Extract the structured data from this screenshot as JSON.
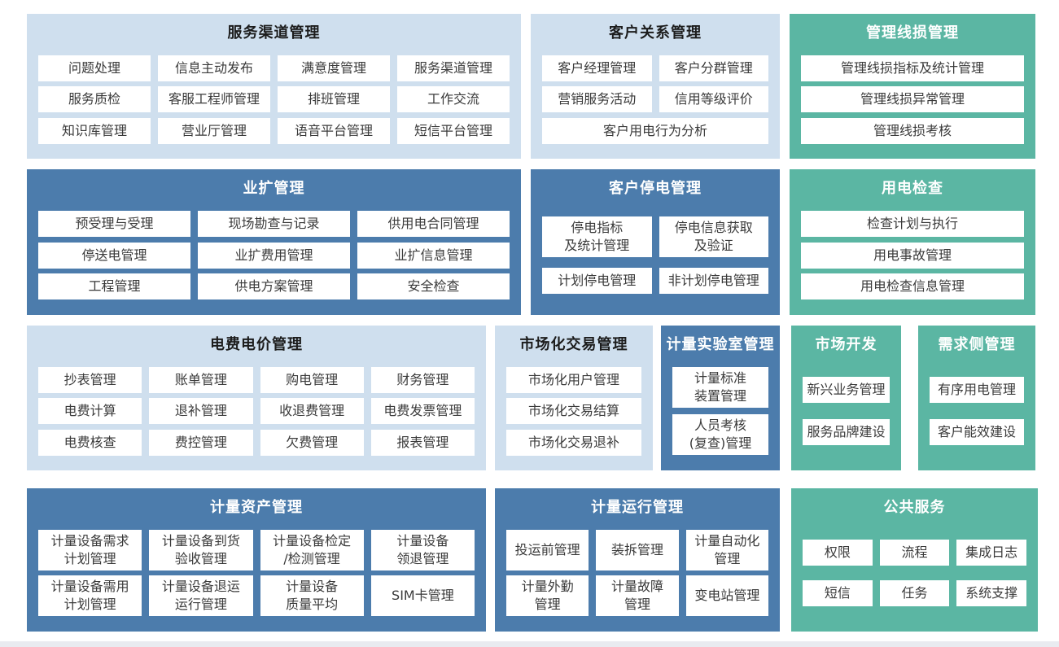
{
  "colors": {
    "panel_light_blue": "#cfdfee",
    "panel_dark_blue": "#4c7cac",
    "panel_teal": "#5bb6a3",
    "item_bg": "#ffffff",
    "item_text": "#3a3a3a",
    "title_on_light": "#1c1c1c",
    "title_on_color": "#ffffff",
    "page_bg": "#ffffff",
    "bottom_edge": "#e9ebf0"
  },
  "panels": [
    {
      "theme": "light",
      "title": "服务渠道管理",
      "rows": [
        [
          "问题处理",
          "信息主动发布",
          "满意度管理",
          "服务渠道管理"
        ],
        [
          "服务质检",
          "客服工程师管理",
          "排班管理",
          "工作交流"
        ],
        [
          "知识库管理",
          "营业厅管理",
          "语音平台管理",
          "短信平台管理"
        ]
      ]
    },
    {
      "theme": "light",
      "title": "客户关系管理",
      "rows": [
        [
          "客户经理管理",
          "客户分群管理"
        ],
        [
          "营销服务活动",
          "信用等级评价"
        ],
        [
          "客户用电行为分析"
        ]
      ]
    },
    {
      "theme": "teal",
      "title": "管理线损管理",
      "rows": [
        [
          "管理线损指标及统计管理"
        ],
        [
          "管理线损异常管理"
        ],
        [
          "管理线损考核"
        ]
      ]
    },
    {
      "theme": "dark",
      "title": "业扩管理",
      "rows": [
        [
          "预受理与受理",
          "现场勘查与记录",
          "供用电合同管理"
        ],
        [
          "停送电管理",
          "业扩费用管理",
          "业扩信息管理"
        ],
        [
          "工程管理",
          "供电方案管理",
          "安全检查"
        ]
      ]
    },
    {
      "theme": "dark",
      "title": "客户停电管理",
      "rows": [
        [
          "停电指标\n及统计管理",
          "停电信息获取\n及验证"
        ],
        [
          "计划停电管理",
          "非计划停电管理"
        ]
      ]
    },
    {
      "theme": "teal",
      "title": "用电检查",
      "rows": [
        [
          "检查计划与执行"
        ],
        [
          "用电事故管理"
        ],
        [
          "用电检查信息管理"
        ]
      ]
    },
    {
      "theme": "light",
      "title": "电费电价管理",
      "rows": [
        [
          "抄表管理",
          "账单管理",
          "购电管理",
          "财务管理"
        ],
        [
          "电费计算",
          "退补管理",
          "收退费管理",
          "电费发票管理"
        ],
        [
          "电费核查",
          "费控管理",
          "欠费管理",
          "报表管理"
        ]
      ]
    },
    {
      "theme": "light",
      "title": "市场化交易管理",
      "rows": [
        [
          "市场化用户管理"
        ],
        [
          "市场化交易结算"
        ],
        [
          "市场化交易退补"
        ]
      ]
    },
    {
      "theme": "dark",
      "title": "计量实验室管理",
      "rows": [
        [
          "计量标准\n装置管理"
        ],
        [
          "人员考核\n(复查)管理"
        ]
      ]
    },
    {
      "theme": "teal",
      "title": "市场开发",
      "rows": [
        [
          "新兴业务管理"
        ],
        [
          "服务品牌建设"
        ]
      ]
    },
    {
      "theme": "teal",
      "title": "需求侧管理",
      "rows": [
        [
          "有序用电管理"
        ],
        [
          "客户能效建设"
        ]
      ]
    },
    {
      "theme": "dark",
      "title": "计量资产管理",
      "rows": [
        [
          "计量设备需求\n计划管理",
          "计量设备到货\n验收管理",
          "计量设备检定\n/检测管理",
          "计量设备\n领退管理"
        ],
        [
          "计量设备需用\n计划管理",
          "计量设备退运\n运行管理",
          "计量设备\n质量平均",
          "SIM卡管理"
        ]
      ]
    },
    {
      "theme": "dark",
      "title": "计量运行管理",
      "rows": [
        [
          "投运前管理",
          "装拆管理",
          "计量自动化\n管理"
        ],
        [
          "计量外勤\n管理",
          "计量故障\n管理",
          "变电站管理"
        ]
      ]
    },
    {
      "theme": "teal",
      "title": "公共服务",
      "rows": [
        [
          "权限",
          "流程",
          "集成日志"
        ],
        [
          "短信",
          "任务",
          "系统支撑"
        ]
      ]
    }
  ]
}
